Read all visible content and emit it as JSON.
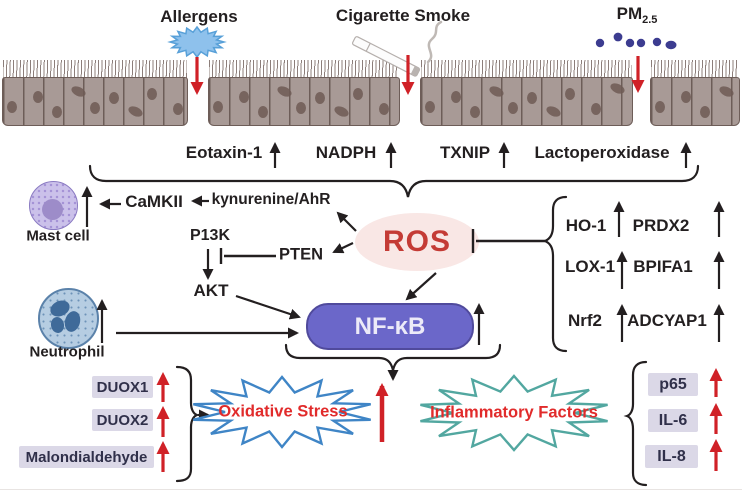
{
  "triggers": {
    "allergens": "Allergens",
    "cigarette": "Cigarette Smoke",
    "pm_base": "PM",
    "pm_sub": "2.5"
  },
  "mediators": [
    {
      "label": "Eotaxin-1",
      "direction": "up"
    },
    {
      "label": "NADPH",
      "direction": "up"
    },
    {
      "label": "TXNIP",
      "direction": "up"
    },
    {
      "label": "Lactoperoxidase",
      "direction": "up"
    }
  ],
  "pathway": {
    "ros": "ROS",
    "nfkb": "NF-κB",
    "camkii": "CaMKII",
    "kynurenine": "kynurenine/AhR",
    "p13k": "P13K",
    "pten": "PTEN",
    "akt": "AKT"
  },
  "cells": {
    "mast": "Mast cell",
    "neutrophil": "Neutrophil"
  },
  "right_genes": {
    "rows": [
      {
        "left": "HO-1",
        "right": "PRDX2"
      },
      {
        "left": "LOX-1",
        "right": "BPIFA1"
      },
      {
        "left": "Nrf2",
        "right": "ADCYAP1"
      }
    ],
    "relation_to_ros": "inhibits"
  },
  "bottom_left_markers": [
    {
      "label": "DUOX1",
      "direction": "up"
    },
    {
      "label": "DUOX2",
      "direction": "up"
    },
    {
      "label": "Malondialdehyde",
      "direction": "up"
    }
  ],
  "outcomes": {
    "oxidative": "Oxidative Stress",
    "inflammatory": "Inflammatory Factors"
  },
  "bottom_right_markers": [
    {
      "label": "p65",
      "direction": "up"
    },
    {
      "label": "IL-6",
      "direction": "up"
    },
    {
      "label": "IL-8",
      "direction": "up"
    }
  ],
  "icons": {
    "allergen": "allergen-blob-icon",
    "cigarette": "cigarette-icon",
    "pm": "particle-dots-icon"
  },
  "colors": {
    "red_arrow": "#d02127",
    "ros_text": "#c43b35",
    "ros_fill": "#f9e7e5",
    "nfkb_fill": "#6b67c9",
    "nfkb_border": "#504a9c",
    "marker_box_fill": "#dbd8e7",
    "oxidative_outline": "#3f85c6",
    "inflammatory_outline": "#52a7a0",
    "outcome_text": "#e12b2b",
    "epithelium_cell": "#a89a96",
    "epithelium_line": "#6d5d58",
    "pm_dot": "#3c3c90",
    "line_black": "#231f20"
  }
}
